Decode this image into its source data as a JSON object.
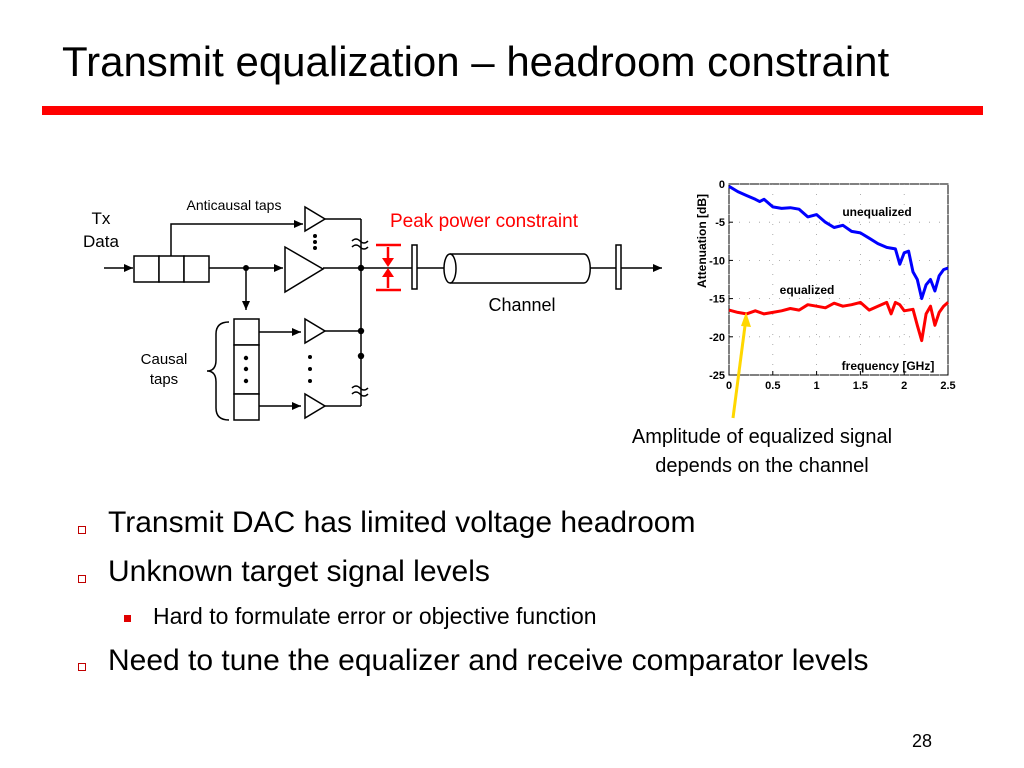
{
  "slide": {
    "title": "Transmit equalization – headroom constraint",
    "accent_color": "#ff0000",
    "page_number": "28"
  },
  "diagram": {
    "tx_data_line1": "Tx",
    "tx_data_line2": "Data",
    "anticausal_label": "Anticausal taps",
    "causal_line1": "Causal",
    "causal_line2": "taps",
    "peak_power_label": "Peak power constraint",
    "channel_label": "Channel"
  },
  "chart_data": {
    "type": "line",
    "xlabel": "frequency [GHz]",
    "ylabel": "Attenuation [dB]",
    "xlim": [
      0,
      2.5
    ],
    "ylim": [
      -25,
      0
    ],
    "xticks": [
      "0",
      "0.5",
      "1",
      "1.5",
      "2",
      "2.5"
    ],
    "yticks": [
      "0",
      "-5",
      "-10",
      "-15",
      "-20",
      "-25"
    ],
    "series": [
      {
        "name": "unequalized",
        "color": "#0000ff",
        "x": [
          0,
          0.1,
          0.2,
          0.3,
          0.35,
          0.4,
          0.5,
          0.6,
          0.7,
          0.8,
          0.9,
          1.0,
          1.1,
          1.2,
          1.3,
          1.4,
          1.5,
          1.6,
          1.7,
          1.8,
          1.9,
          1.95,
          2.0,
          2.05,
          2.1,
          2.15,
          2.2,
          2.25,
          2.3,
          2.35,
          2.4,
          2.45,
          2.5
        ],
        "y": [
          -0.3,
          -1.0,
          -1.5,
          -2.0,
          -2.3,
          -2.0,
          -3.0,
          -3.2,
          -3.1,
          -3.3,
          -4.3,
          -4.0,
          -5.0,
          -5.7,
          -5.4,
          -6.2,
          -6.4,
          -7.1,
          -7.8,
          -8.3,
          -8.5,
          -10.5,
          -9.0,
          -8.8,
          -11.5,
          -12.5,
          -15.0,
          -13.2,
          -12.5,
          -14.0,
          -12.0,
          -11.2,
          -11.0
        ]
      },
      {
        "name": "equalized",
        "color": "#ff0000",
        "x": [
          0,
          0.1,
          0.2,
          0.3,
          0.4,
          0.5,
          0.6,
          0.7,
          0.8,
          0.9,
          1.0,
          1.1,
          1.2,
          1.3,
          1.4,
          1.5,
          1.6,
          1.7,
          1.8,
          1.85,
          1.9,
          1.95,
          2.0,
          2.1,
          2.15,
          2.2,
          2.25,
          2.3,
          2.35,
          2.4,
          2.45,
          2.5
        ],
        "y": [
          -16.5,
          -16.8,
          -17.0,
          -16.6,
          -17.0,
          -16.8,
          -16.6,
          -16.3,
          -16.5,
          -15.8,
          -16.0,
          -16.2,
          -15.6,
          -16.0,
          -15.8,
          -15.5,
          -16.5,
          -16.0,
          -15.5,
          -17.0,
          -15.5,
          -15.8,
          -16.6,
          -16.4,
          -18.5,
          -20.5,
          -17.0,
          -16.0,
          -18.5,
          -16.8,
          -16.0,
          -15.5
        ]
      }
    ],
    "annotation": "Amplitude of equalized signal depends on the channel",
    "annotation_color": "#ffd700",
    "grid": true
  },
  "bullets": [
    {
      "text": "Transmit DAC has limited voltage headroom"
    },
    {
      "text": "Unknown target signal levels"
    },
    {
      "text": "Hard to formulate error or objective function"
    },
    {
      "text": "Need to tune the equalizer and receive comparator levels"
    }
  ]
}
